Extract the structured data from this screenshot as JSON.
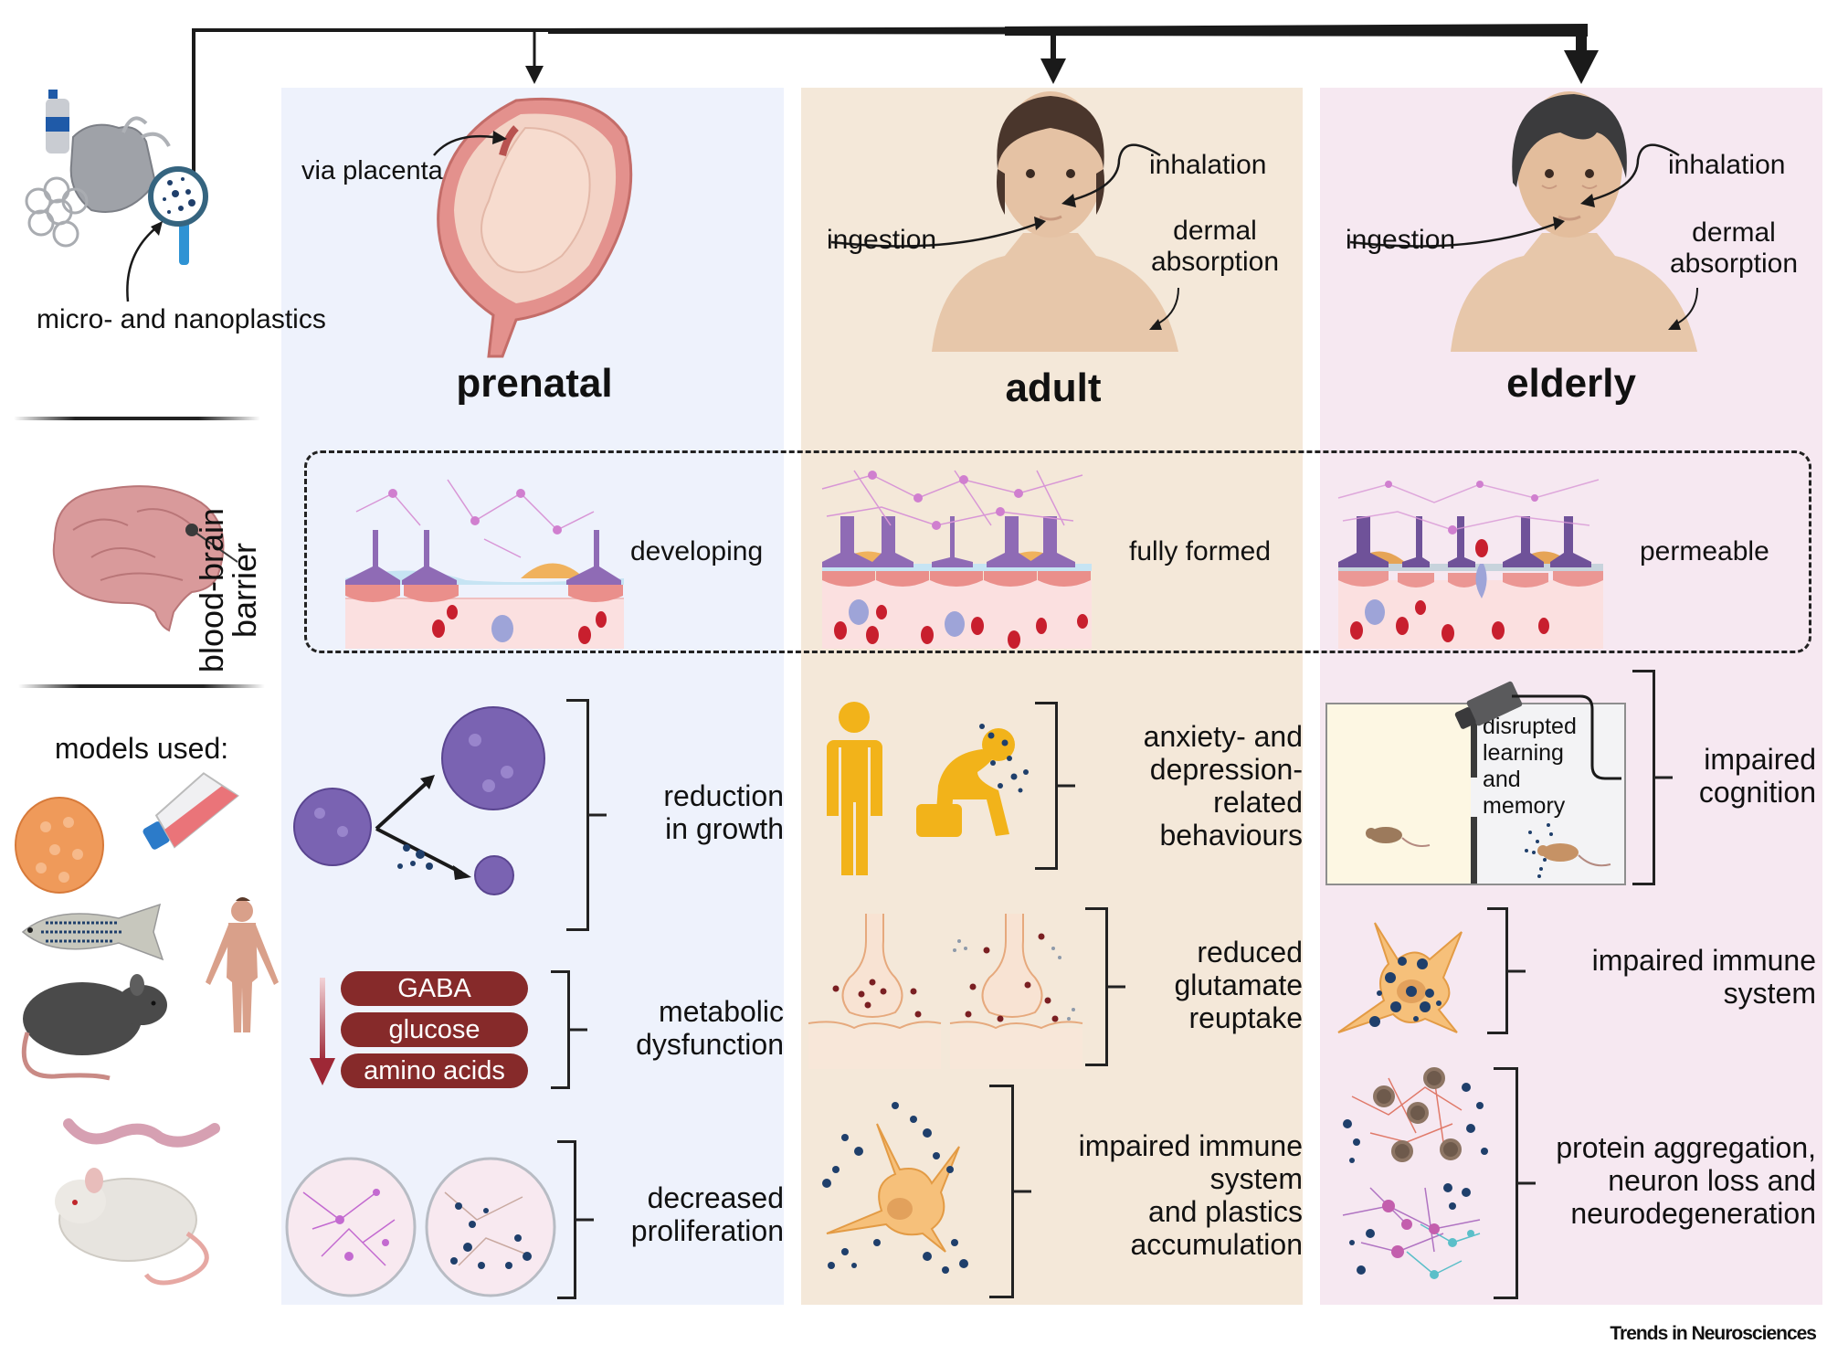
{
  "figure": {
    "source_label": "Trends in Neurosciences",
    "exposure_source": {
      "label": "micro- and nanoplastics",
      "icons": [
        "plastic-bottle-icon",
        "plastic-bag-icon",
        "six-pack-ring-icon",
        "magnifier-particles-icon"
      ]
    },
    "side_sections": {
      "bbb_label_line1": "blood-brain",
      "bbb_label_line2": "barrier",
      "models_title": "models used:",
      "models": [
        "organoid-icon",
        "cell-culture-flask-icon",
        "zebrafish-icon",
        "human-icon",
        "black-mouse-icon",
        "worm-icon",
        "white-rat-icon"
      ]
    },
    "stages": [
      {
        "id": "prenatal",
        "title": "prenatal",
        "exposure_routes": [
          "via placenta"
        ],
        "bbb_state": "developing",
        "effects": [
          {
            "label": "reduction in growth",
            "lines": [
              "reduction",
              "in growth"
            ]
          },
          {
            "label": "metabolic dysfunction",
            "lines": [
              "metabolic",
              "dysfunction"
            ],
            "decreased_metabolites": [
              "GABA",
              "glucose",
              "amino acids"
            ]
          },
          {
            "label": "decreased proliferation",
            "lines": [
              "decreased",
              "proliferation"
            ]
          }
        ]
      },
      {
        "id": "adult",
        "title": "adult",
        "exposure_routes": [
          "inhalation",
          "ingestion",
          "dermal absorption"
        ],
        "dermal_lines": [
          "dermal",
          "absorption"
        ],
        "bbb_state": "fully formed",
        "effects": [
          {
            "label": "anxiety- and depression-related behaviours",
            "lines": [
              "anxiety- and",
              "depression-",
              "related",
              "behaviours"
            ]
          },
          {
            "label": "reduced glutamate reuptake",
            "lines": [
              "reduced",
              "glutamate",
              "reuptake"
            ]
          },
          {
            "label": "impaired immune system and plastics accumulation",
            "lines": [
              "impaired immune",
              "system",
              "and plastics",
              "accumulation"
            ]
          }
        ]
      },
      {
        "id": "elderly",
        "title": "elderly",
        "exposure_routes": [
          "inhalation",
          "ingestion",
          "dermal absorption"
        ],
        "dermal_lines": [
          "dermal",
          "absorption"
        ],
        "bbb_state": "permeable",
        "effects": [
          {
            "label": "impaired cognition",
            "lines": [
              "impaired",
              "cognition"
            ],
            "inset_lines": [
              "disrupted",
              "learning",
              "and",
              "memory"
            ]
          },
          {
            "label": "impaired immune system",
            "lines": [
              "impaired immune",
              "system"
            ]
          },
          {
            "label": "protein aggregation, neuron loss and neurodegeneration",
            "lines": [
              "protein aggregation,",
              "neuron loss and",
              "neurodegeneration"
            ]
          }
        ]
      }
    ],
    "colors": {
      "prenatal_bg": "#eef2fc",
      "adult_bg": "#f4e8d9",
      "elderly_bg": "#f6e8f1",
      "pill": "#862a2a",
      "particles": "#1f3f6b",
      "figure_yellow": "#f2b31a",
      "astrocyte_purple": "#8f6bb5",
      "endothelium": "#e88a86",
      "rbc": "#c81f2e"
    }
  }
}
